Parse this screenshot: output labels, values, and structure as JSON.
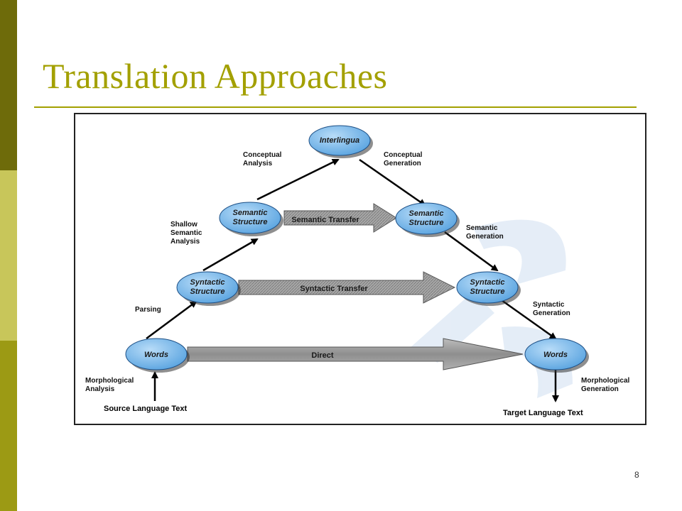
{
  "slide": {
    "title": "Translation Approaches",
    "page_number": "8"
  },
  "colors": {
    "sidebar_dark": "#6e6b0a",
    "sidebar_light": "#c8c65a",
    "sidebar_mid": "#9c9a14",
    "title": "#a3a000",
    "node_fill": "#6fb4ea",
    "band_fill": "#9a9a9a"
  },
  "diagram": {
    "nodes": {
      "interlingua": "Interlingua",
      "semantic_left": [
        "Semantic",
        "Structure"
      ],
      "semantic_right": [
        "Semantic",
        "Structure"
      ],
      "syntactic_left": [
        "Syntactic",
        "Structure"
      ],
      "syntactic_right": [
        "Syntactic",
        "Structure"
      ],
      "words_left": "Words",
      "words_right": "Words"
    },
    "bands": {
      "semantic_transfer": "Semantic Transfer",
      "syntactic_transfer": "Syntactic Transfer",
      "direct": "Direct"
    },
    "annotations": {
      "conceptual_analysis": [
        "Conceptual",
        "Analysis"
      ],
      "conceptual_generation": [
        "Conceptual",
        "Generation"
      ],
      "shallow_semantic_analysis": [
        "Shallow",
        "Semantic",
        "Analysis"
      ],
      "semantic_generation": [
        "Semantic",
        "Generation"
      ],
      "parsing": "Parsing",
      "syntactic_generation": [
        "Syntactic",
        "Generation"
      ],
      "morphological_analysis": [
        "Morphological",
        "Analysis"
      ],
      "morphological_generation": [
        "Morphological",
        "Generation"
      ]
    },
    "io": {
      "source": "Source Language Text",
      "target": "Target Language Text"
    }
  }
}
